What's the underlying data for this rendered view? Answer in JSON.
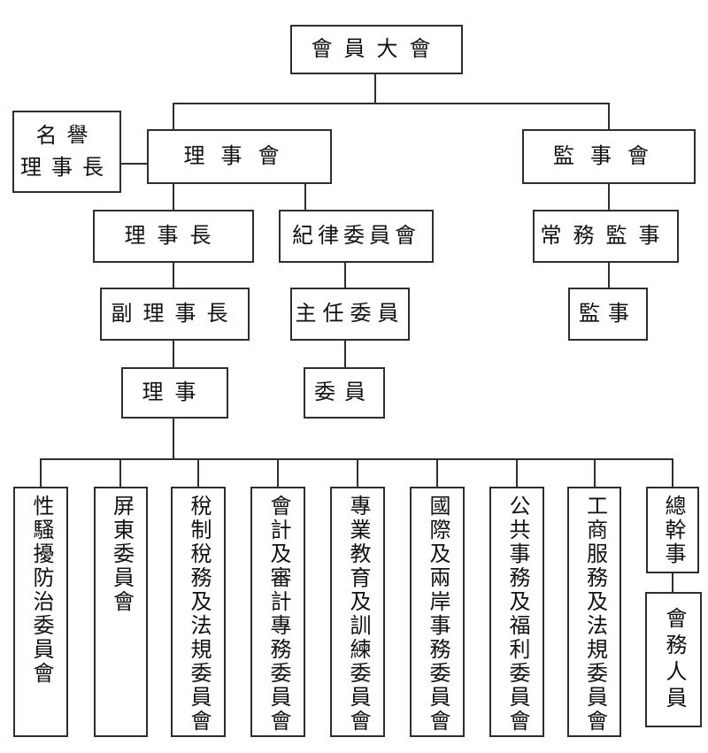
{
  "colors": {
    "line": "#2e2e2e",
    "text": "#111111",
    "box_border": "#2e2e2e",
    "background": "#ffffff"
  },
  "nodes": {
    "member_assembly": {
      "label": "會員大會"
    },
    "honorary_chairman": {
      "label": "名譽\n理事長"
    },
    "board_of_directors": {
      "label": "理事會"
    },
    "board_of_supervisors": {
      "label": "監事會"
    },
    "chairman": {
      "label": "理事長"
    },
    "discipline_committee": {
      "label": "紀律委員會"
    },
    "standing_supervisor": {
      "label": "常務監事"
    },
    "vice_chairman": {
      "label": "副理事長"
    },
    "chief_commissioner": {
      "label": "主任委員"
    },
    "supervisor": {
      "label": "監事"
    },
    "director": {
      "label": "理事"
    },
    "commissioner": {
      "label": "委員"
    },
    "committee_sexual_harassment_prevention": {
      "label": "性騷擾防治委員會"
    },
    "committee_pingtung": {
      "label": "屏東委員會"
    },
    "committee_tax_system_law": {
      "label": "稅制稅務及法規委員會"
    },
    "committee_accounting_audit": {
      "label": "會計及審計專務委員會"
    },
    "committee_professional_education_training": {
      "label": "專業教育及訓練委員會"
    },
    "committee_international_cross_strait": {
      "label": "國際及兩岸事務委員會"
    },
    "committee_public_affairs_welfare": {
      "label": "公共事務及福利委員會"
    },
    "committee_business_service_law": {
      "label": "工商服務及法規委員會"
    },
    "secretary_general": {
      "label": "總幹事"
    },
    "association_staff": {
      "label": "會務人員"
    }
  },
  "edges": [
    {
      "from": "member_assembly",
      "to": "board_of_directors"
    },
    {
      "from": "member_assembly",
      "to": "board_of_supervisors"
    },
    {
      "from": "honorary_chairman",
      "to": "board_of_directors"
    },
    {
      "from": "board_of_directors",
      "to": "chairman"
    },
    {
      "from": "board_of_directors",
      "to": "discipline_committee"
    },
    {
      "from": "board_of_supervisors",
      "to": "standing_supervisor"
    },
    {
      "from": "chairman",
      "to": "vice_chairman"
    },
    {
      "from": "discipline_committee",
      "to": "chief_commissioner"
    },
    {
      "from": "standing_supervisor",
      "to": "supervisor"
    },
    {
      "from": "vice_chairman",
      "to": "director"
    },
    {
      "from": "chief_commissioner",
      "to": "commissioner"
    },
    {
      "from": "director",
      "to": "committee_sexual_harassment_prevention"
    },
    {
      "from": "director",
      "to": "committee_pingtung"
    },
    {
      "from": "director",
      "to": "committee_tax_system_law"
    },
    {
      "from": "director",
      "to": "committee_accounting_audit"
    },
    {
      "from": "director",
      "to": "committee_professional_education_training"
    },
    {
      "from": "director",
      "to": "committee_international_cross_strait"
    },
    {
      "from": "director",
      "to": "committee_public_affairs_welfare"
    },
    {
      "from": "director",
      "to": "committee_business_service_law"
    },
    {
      "from": "director",
      "to": "secretary_general"
    },
    {
      "from": "secretary_general",
      "to": "association_staff"
    }
  ]
}
